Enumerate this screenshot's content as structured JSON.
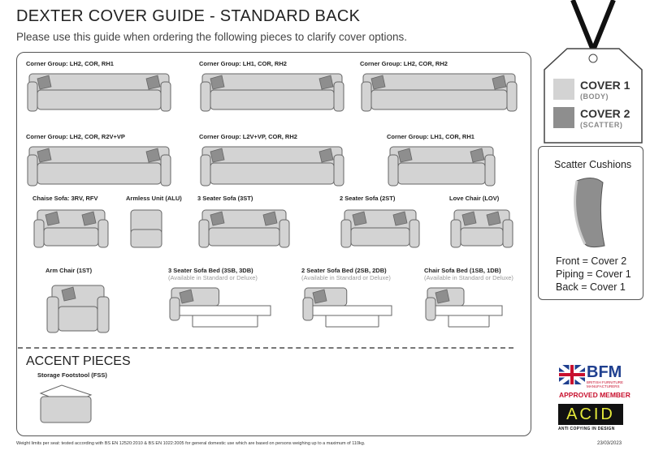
{
  "header": {
    "title": "DEXTER COVER GUIDE - STANDARD BACK",
    "subtitle": "Please use this guide when ordering the following pieces to clarify cover options."
  },
  "items": [
    {
      "label": "Corner Group: LH2, COR, RH1"
    },
    {
      "label": "Corner Group: LH1, COR, RH2"
    },
    {
      "label": "Corner Group: LH2, COR, RH2"
    },
    {
      "label": "Corner Group: LH2, COR, R2V+VP"
    },
    {
      "label": "Corner Group: L2V+VP, COR, RH2"
    },
    {
      "label": "Corner Group: LH1, COR, RH1"
    },
    {
      "label": "Chaise Sofa: 3RV, RFV"
    },
    {
      "label": "Armless Unit (ALU)"
    },
    {
      "label": "3 Seater Sofa (3ST)"
    },
    {
      "label": "2 Seater Sofa (2ST)"
    },
    {
      "label": "Love Chair (LOV)"
    },
    {
      "label": "Arm Chair (1ST)"
    },
    {
      "label": "3 Seater Sofa Bed (3SB, 3DB)",
      "note": "(Available in Standard or Deluxe)"
    },
    {
      "label": "2 Seater Sofa Bed (2SB, 2DB)",
      "note": "(Available in Standard or Deluxe)"
    },
    {
      "label": "Chair Sofa Bed (1SB, 1DB)",
      "note": "(Available in Standard or Deluxe)"
    }
  ],
  "accent": {
    "heading": "ACCENT PIECES",
    "items": [
      {
        "label": "Storage Footstool (FSS)"
      }
    ]
  },
  "legend": {
    "cover1": "COVER 1",
    "cover1_sub": "(BODY)",
    "cover2": "COVER 2",
    "cover2_sub": "(SCATTER)",
    "color1": "#d3d3d3",
    "color2": "#8e8e8e"
  },
  "scatter": {
    "title": "Scatter Cushions",
    "lines": [
      "Front = Cover 2",
      "Piping = Cover 1",
      "Back = Cover 1"
    ]
  },
  "logos": {
    "bfm": "BFM",
    "bfm_sub": "BRITISH FURNITURE MANUFACTURERS",
    "bfm_member": "APPROVED MEMBER",
    "acid": "ACID",
    "acid_sub": "ANTI COPYING IN DESIGN"
  },
  "footer": {
    "note": "Weight limits per seat: tested according with BS EN 12520:2010 & BS EN 1022:2005 for general domestic use which are based on persons weighing up to a maximum of 110kg.",
    "date": "23/03/2023"
  }
}
